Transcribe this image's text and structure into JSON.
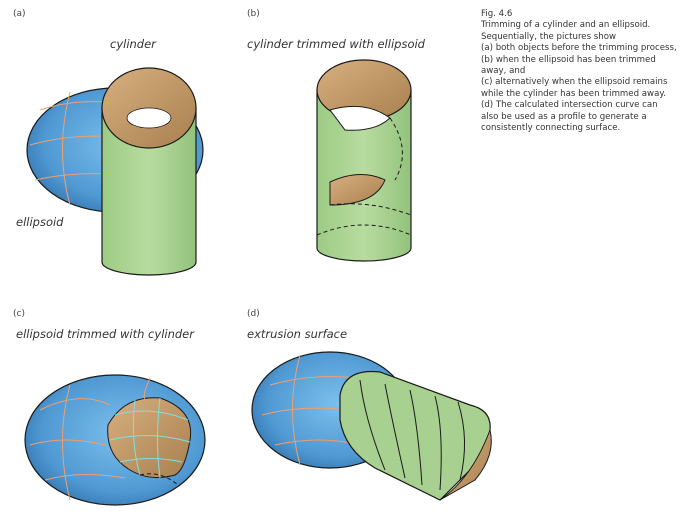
{
  "panels": {
    "a": {
      "label": "(a)",
      "title": "cylinder",
      "callout": "ellipsoid"
    },
    "b": {
      "label": "(b)",
      "title": "cylinder trimmed with ellipsoid"
    },
    "c": {
      "label": "(c)",
      "title": "ellipsoid trimmed with cylinder"
    },
    "d": {
      "label": "(d)",
      "title": "extrusion surface"
    }
  },
  "caption": {
    "fig": "Fig. 4.6",
    "lines": [
      "Trimming of a cylinder and an ellipsoid.",
      "Sequentially, the pictures show",
      "(a) both objects before the trimming process,",
      "(b) when the ellipsoid has been trimmed away, and",
      "(c) alternatively when the ellipsoid remains while the cylinder has been trimmed away.",
      "(d) The calculated intersection curve can also be used as a profile to generate a consistently connecting surface."
    ]
  },
  "colors": {
    "ellipsoid_blue": "#5aa6dc",
    "ellipsoid_dark": "#2f6fa8",
    "grid_orange": "#f0a070",
    "grid_cyan": "#7fe0e0",
    "cylinder_green": "#a8d090",
    "cylinder_inner": "#c49a6c",
    "outline": "#1a1a1a"
  }
}
